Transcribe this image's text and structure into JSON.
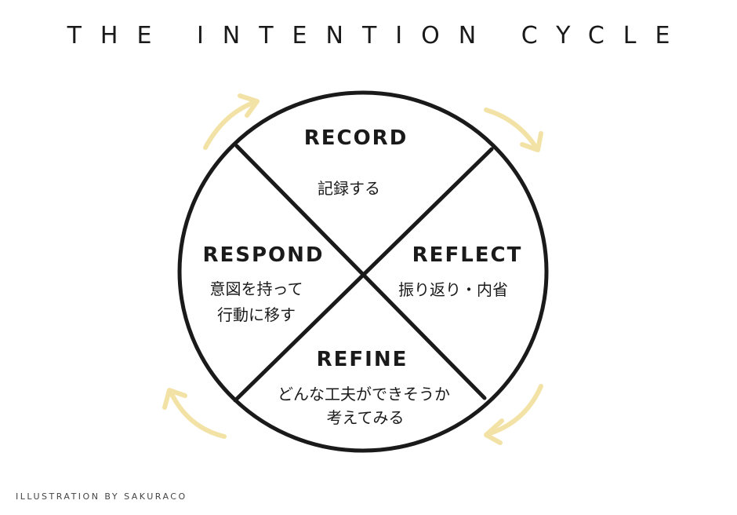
{
  "title": "THE INTENTION CYCLE",
  "colors": {
    "ink": "#1a1a1a",
    "arrow": "#f3e2a6",
    "background": "#ffffff"
  },
  "segments": {
    "record": {
      "label": "RECORD",
      "sublabel": "記録する"
    },
    "reflect": {
      "label": "REFLECT",
      "sublabel": "振り返り・内省"
    },
    "refine": {
      "label": "REFINE",
      "sublabel_line1": "どんな工夫ができそうか",
      "sublabel_line2": "考えてみる"
    },
    "respond": {
      "label": "RESPOND",
      "sublabel_line1": "意図を持って",
      "sublabel_line2": "行動に移す"
    }
  },
  "arrows": [
    "arrow-top-left",
    "arrow-top-right",
    "arrow-bottom-right",
    "arrow-bottom-left"
  ],
  "credit": "ILLUSTRATION BY SAKURACO"
}
